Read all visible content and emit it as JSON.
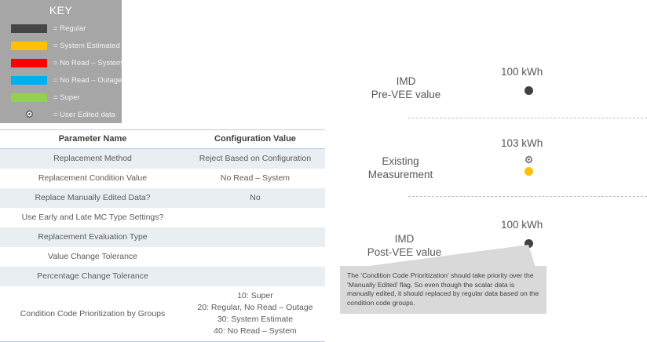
{
  "key": {
    "title": "KEY",
    "items": [
      {
        "label": "= Regular",
        "color": "#464646",
        "icon": "swatch"
      },
      {
        "label": "= System Estimated",
        "color": "#ffc000",
        "icon": "swatch"
      },
      {
        "label": "= No Read – System",
        "color": "#ff0000",
        "icon": "swatch"
      },
      {
        "label": "= No Read – Outage",
        "color": "#00b0f0",
        "icon": "swatch"
      },
      {
        "label": "= Super",
        "color": "#92d050",
        "icon": "swatch"
      },
      {
        "label": "= User Edited data",
        "color": "#ffffff",
        "icon": "gear-icon"
      }
    ]
  },
  "table": {
    "headers": [
      "Parameter Name",
      "Configuration Value"
    ],
    "rows": [
      {
        "param": "Replacement Method",
        "value": "Reject Based on Configuration",
        "shaded": true
      },
      {
        "param": "Replacement Condition Value",
        "value": "No Read – System",
        "shaded": false
      },
      {
        "param": "Replace Manually Edited Data?",
        "value": "No",
        "shaded": true
      },
      {
        "param": "Use Early and Late MC Type Settings?",
        "value": "",
        "shaded": false
      },
      {
        "param": "Replacement Evaluation Type",
        "value": "",
        "shaded": true
      },
      {
        "param": "Value Change Tolerance",
        "value": "",
        "shaded": false
      },
      {
        "param": "Percentage Change Tolerance",
        "value": "",
        "shaded": true
      },
      {
        "param": "Condition Code Prioritization by Groups",
        "value": "10: Super\n20: Regular, No Read – Outage\n30: System Estimate\n40: No Read – System",
        "shaded": false
      }
    ]
  },
  "diagram": {
    "stages": [
      {
        "label": "IMD\nPre-VEE value",
        "value": "100 kWh",
        "marker_color": "#404040",
        "marker_type": "dot-dark",
        "user_edited": false
      },
      {
        "label": "Existing\nMeasurement",
        "value": "103 kWh",
        "marker_color": "#ffc000",
        "marker_type": "dot-amber",
        "user_edited": true
      },
      {
        "label": "IMD\nPost-VEE value",
        "value": "100 kWh",
        "marker_color": "#404040",
        "marker_type": "dot-dark",
        "user_edited": false
      }
    ],
    "callout": "The ‘Condition Code Prioritization’ should take priority over the ‘Manually Edited’ flag.  So even though the scalar data is manually edited, it should replaced by regular data based on the condition code groups."
  }
}
